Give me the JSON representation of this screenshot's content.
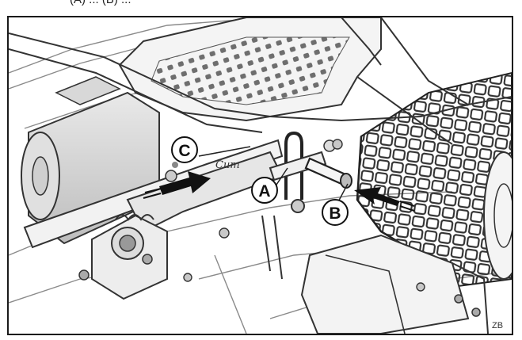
{
  "caption": "(A) ... (B) ...",
  "callouts": {
    "a": "A",
    "b": "B",
    "c": "C"
  },
  "brand_mark": "Cum",
  "corner_stamp": "ZB"
}
